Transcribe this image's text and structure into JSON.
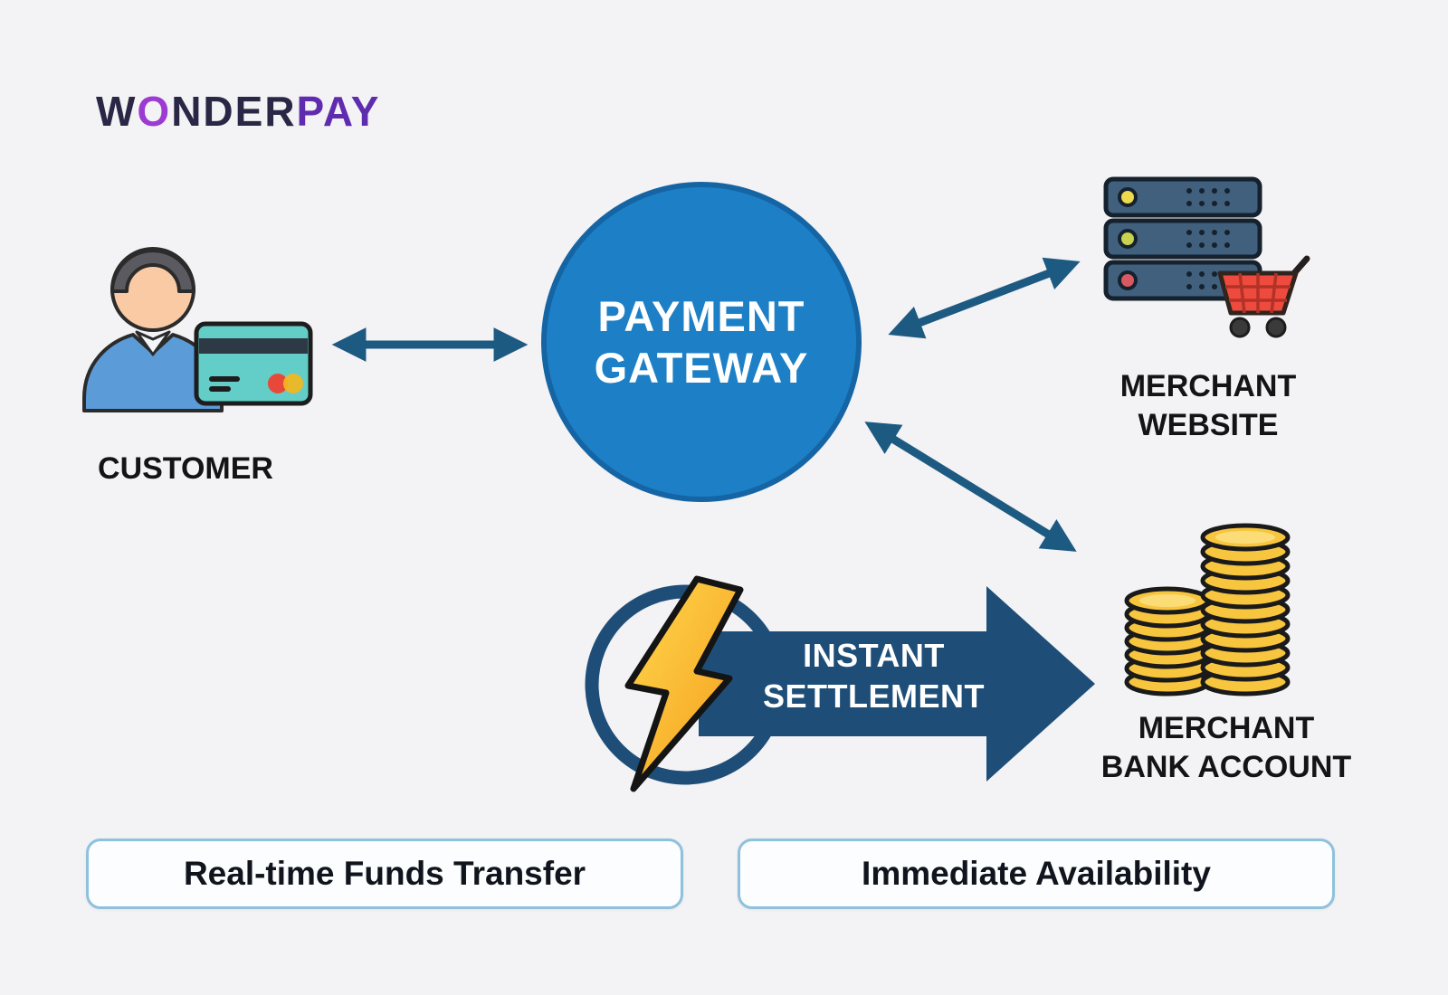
{
  "page": {
    "background": "#f3f2f4"
  },
  "logo": {
    "part_w": "W",
    "part_o": "O",
    "part_nder": "NDER",
    "part_pay": "PAY"
  },
  "colors": {
    "gateway_blue": "#1d80c6",
    "gateway_border": "#1565a5",
    "arrow_navy": "#1d5a82",
    "settlement_navy": "#1e4e78",
    "bolt_yellow": "#ffd84d",
    "bolt_orange": "#f59c1b",
    "card_teal": "#63cdc8",
    "server_slate": "#40607e",
    "cart_red": "#ee4b3e",
    "coin_gold": "#f8c63e",
    "logo_dark": "#2a2746",
    "logo_purple": "#5f2caf",
    "callout_border": "#8ec2dc"
  },
  "nodes": {
    "customer": {
      "label": "CUSTOMER",
      "icon": "person-with-credit-card-icon"
    },
    "payment_gateway": {
      "label_line1": "PAYMENT",
      "label_line2": "GATEWAY"
    },
    "merchant_website": {
      "label_line1": "MERCHANT",
      "label_line2": "WEBSITE",
      "icon": "server-stack-with-cart-icon"
    },
    "merchant_bank_account": {
      "label_line1": "MERCHANT",
      "label_line2": "BANK ACCOUNT",
      "icon": "coin-stacks-icon"
    }
  },
  "settlement_arrow": {
    "label_line1": "INSTANT",
    "label_line2": "SETTLEMENT",
    "icon": "lightning-bolt-icon"
  },
  "callouts": [
    {
      "label": "Real-time Funds Transfer"
    },
    {
      "label": "Immediate Availability"
    }
  ]
}
